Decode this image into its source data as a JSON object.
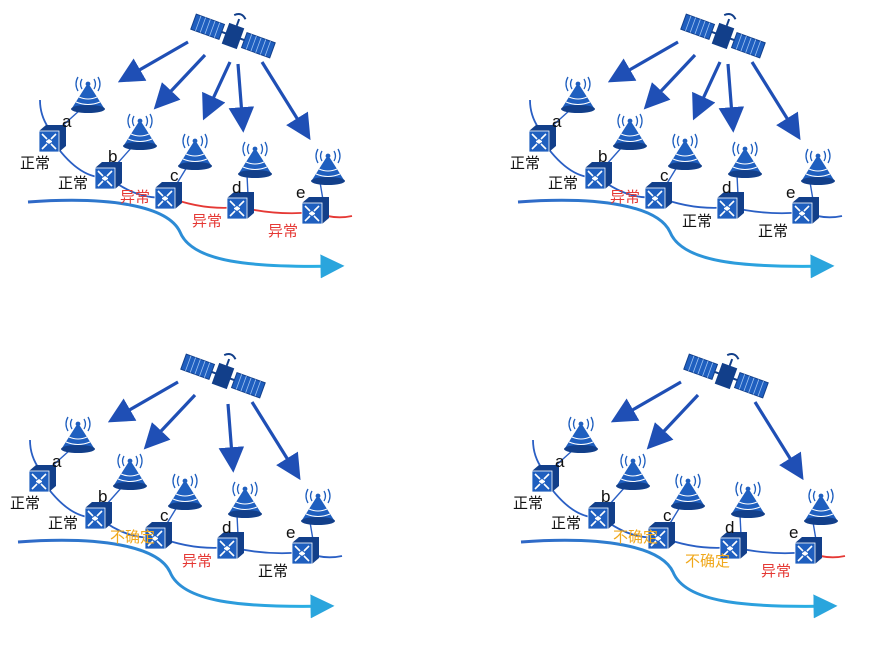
{
  "colors": {
    "node": "#1f5fbf",
    "node_dark": "#123f8a",
    "arrow": "#1f4fb5",
    "line_normal": "#2a5fc4",
    "line_abnormal": "#e53935",
    "flow": "#2aa5dd",
    "text_normal": "#111111",
    "text_abnormal": "#e53935",
    "text_uncertain": "#f0a81c"
  },
  "icons": {
    "satellite": "satellite-icon",
    "antenna": "antenna-icon",
    "station": "station-icon",
    "arrow": "arrow-icon"
  },
  "status_text": {
    "normal": "正常",
    "abnormal": "异常",
    "uncertain": "不确定"
  },
  "panels": [
    {
      "id": "top-left",
      "nodes": [
        {
          "letter": "a",
          "status": "正常",
          "kind": "normal"
        },
        {
          "letter": "b",
          "status": "正常",
          "kind": "normal"
        },
        {
          "letter": "c",
          "status": "异常",
          "kind": "abnormal"
        },
        {
          "letter": "d",
          "status": "异常",
          "kind": "abnormal"
        },
        {
          "letter": "e",
          "status": "异常",
          "kind": "abnormal"
        }
      ],
      "segments": [
        "normal",
        "normal",
        "abnormal",
        "abnormal",
        "abnormal"
      ],
      "arrows": [
        true,
        true,
        true,
        true,
        true
      ]
    },
    {
      "id": "top-right",
      "nodes": [
        {
          "letter": "a",
          "status": "正常",
          "kind": "normal"
        },
        {
          "letter": "b",
          "status": "正常",
          "kind": "normal"
        },
        {
          "letter": "c",
          "status": "异常",
          "kind": "abnormal"
        },
        {
          "letter": "d",
          "status": "正常",
          "kind": "normal"
        },
        {
          "letter": "e",
          "status": "正常",
          "kind": "normal"
        }
      ],
      "segments": [
        "normal",
        "normal",
        "normal",
        "normal",
        "normal"
      ],
      "arrows": [
        true,
        true,
        true,
        true,
        true
      ]
    },
    {
      "id": "bottom-left",
      "nodes": [
        {
          "letter": "a",
          "status": "正常",
          "kind": "normal"
        },
        {
          "letter": "b",
          "status": "正常",
          "kind": "normal"
        },
        {
          "letter": "c",
          "status": "不确定",
          "kind": "uncertain"
        },
        {
          "letter": "d",
          "status": "异常",
          "kind": "abnormal"
        },
        {
          "letter": "e",
          "status": "正常",
          "kind": "normal"
        }
      ],
      "segments": [
        "normal",
        "normal",
        "normal",
        "normal",
        "normal"
      ],
      "arrows": [
        true,
        true,
        false,
        true,
        true
      ]
    },
    {
      "id": "bottom-right",
      "nodes": [
        {
          "letter": "a",
          "status": "正常",
          "kind": "normal"
        },
        {
          "letter": "b",
          "status": "正常",
          "kind": "normal"
        },
        {
          "letter": "c",
          "status": "不确定",
          "kind": "uncertain"
        },
        {
          "letter": "d",
          "status": "不确定",
          "kind": "uncertain"
        },
        {
          "letter": "e",
          "status": "异常",
          "kind": "abnormal"
        }
      ],
      "segments": [
        "normal",
        "normal",
        "normal",
        "normal",
        "abnormal"
      ],
      "arrows": [
        true,
        true,
        false,
        false,
        true
      ]
    }
  ]
}
